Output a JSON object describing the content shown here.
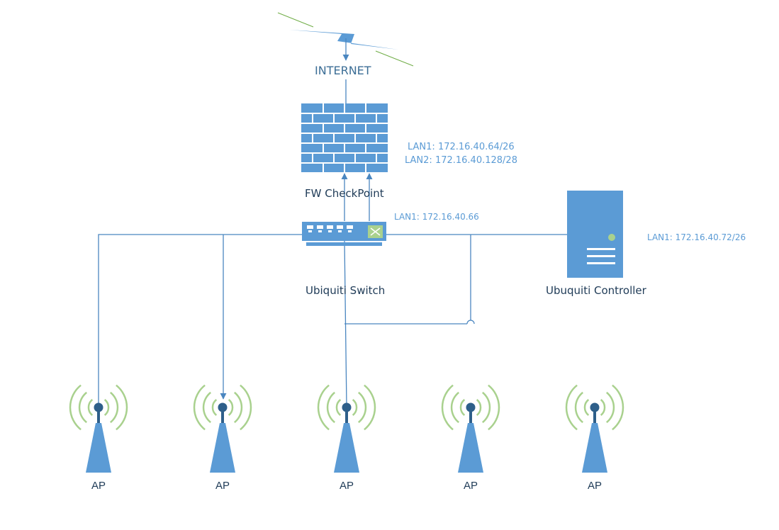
{
  "internet": {
    "label": "INTERNET"
  },
  "firewall": {
    "label": "FW CheckPoint",
    "lan1": "LAN1: 172.16.40.64/26",
    "lan2": "LAN2: 172.16.40.128/28"
  },
  "switch": {
    "label": "Ubiquiti  Switch",
    "lan1": "LAN1: 172.16.40.66"
  },
  "controller": {
    "label": "Ubuquiti Controller",
    "lan1": "LAN1: 172.16.40.72/26"
  },
  "access_points": [
    {
      "label": "AP"
    },
    {
      "label": "AP"
    },
    {
      "label": "AP"
    },
    {
      "label": "AP"
    },
    {
      "label": "AP"
    }
  ],
  "colors": {
    "device_blue": "#5b9bd5",
    "line_blue": "#4a86c0",
    "dark_blue": "#2e5f8a",
    "signal_green": "#a9d18e",
    "lightning_green": "#70ad47"
  }
}
